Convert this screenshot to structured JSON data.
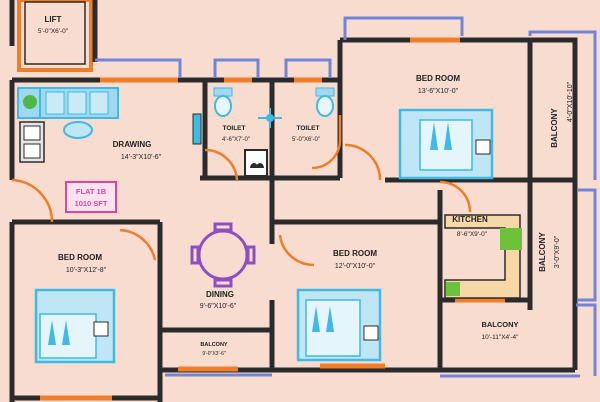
{
  "lift": {
    "name": "LIFT",
    "dim": "5'-0\"X6'-0\""
  },
  "drawing": {
    "name": "DRAWING",
    "dim": "14'-3\"X10'-6\""
  },
  "toilet1": {
    "name": "TOILET",
    "dim": "4'-6\"X7'-0\""
  },
  "toilet2": {
    "name": "TOILET",
    "dim": "5'-0\"X6'-0\""
  },
  "bedroom_top": {
    "name": "BED ROOM",
    "dim": "13'-6\"X10'-0\""
  },
  "balcony_right_top": {
    "name": "BALCONY",
    "dim": "4'-0\"X10'-10\""
  },
  "flat_area": {
    "line1": "FLAT 1B",
    "line2": "1010 SFT"
  },
  "kitchen": {
    "name": "KITCHEN",
    "dim": "8'-6\"X9'-0\""
  },
  "balcony_kitchen": {
    "name": "BALCONY",
    "dim": "3'-0\"X9'-0\""
  },
  "bedroom_left": {
    "name": "BED ROOM",
    "dim": "10'-3\"X12'-8\""
  },
  "dining": {
    "name": "DINING",
    "dim": "9'-6\"X10'-6\""
  },
  "bedroom_mid": {
    "name": "BED ROOM",
    "dim": "12'-0\"X10'-0\""
  },
  "balcony_bottom_right": {
    "name": "BALCONY",
    "dim": "10'-11\"X4'-4\""
  },
  "balcony_bottom_small": {
    "name": "BALCONY",
    "dim": "9'-0\"X3'-6\""
  },
  "colors": {
    "background": "#f8dcd0",
    "wall": "#2b2b2b",
    "window_blue": "#6f86d8",
    "door_orange": "#ef7d2a",
    "furniture_cyan": "#3fb9e6",
    "dining_purple": "#8e4fc2",
    "kitchen_green": "#6cc23a",
    "flat_label_pink": "#e0459b"
  }
}
